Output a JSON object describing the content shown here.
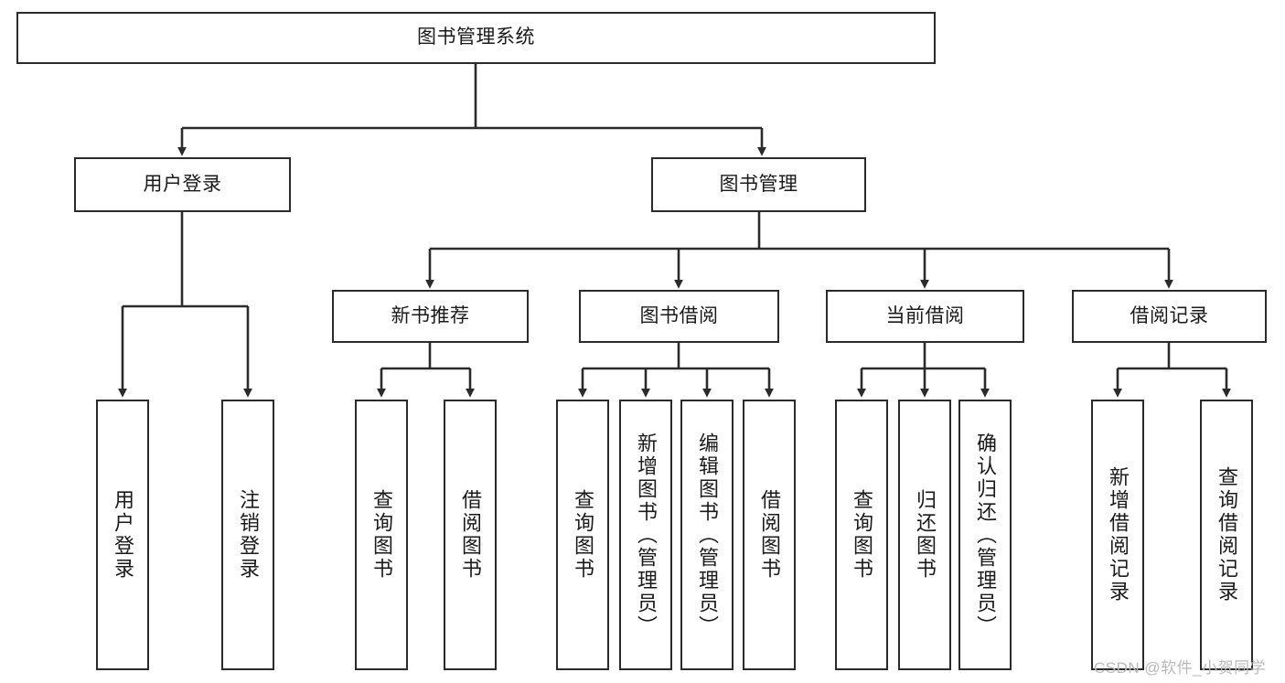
{
  "diagram": {
    "type": "tree",
    "title": "图书管理系统",
    "root": {
      "label": "图书管理系统"
    },
    "level1": [
      {
        "label": "用户登录"
      },
      {
        "label": "图书管理"
      }
    ],
    "level2": [
      {
        "label": "新书推荐"
      },
      {
        "label": "图书借阅"
      },
      {
        "label": "当前借阅"
      },
      {
        "label": "借阅记录"
      }
    ],
    "leaves": {
      "user_login": [
        {
          "label": "用户登录"
        },
        {
          "label": "注销登录"
        }
      ],
      "new_book_recommend": [
        {
          "label": "查询图书"
        },
        {
          "label": "借阅图书"
        }
      ],
      "book_borrow": [
        {
          "label": "查询图书"
        },
        {
          "label": "新增图书（管理员）"
        },
        {
          "label": "编辑图书（管理员）"
        },
        {
          "label": "借阅图书"
        }
      ],
      "current_borrow": [
        {
          "label": "查询图书"
        },
        {
          "label": "归还图书"
        },
        {
          "label": "确认归还（管理员）"
        }
      ],
      "borrow_records": [
        {
          "label": "新增借阅记录"
        },
        {
          "label": "查询借阅记录"
        }
      ]
    }
  },
  "watermark": {
    "text": "CSDN @软件_小贺同学"
  },
  "colors": {
    "stroke": "#2b2b2b",
    "box_fill": "#ffffff",
    "text": "#1a1a1a",
    "watermark": "#b9b9b9",
    "page_bg": "#ffffff"
  }
}
